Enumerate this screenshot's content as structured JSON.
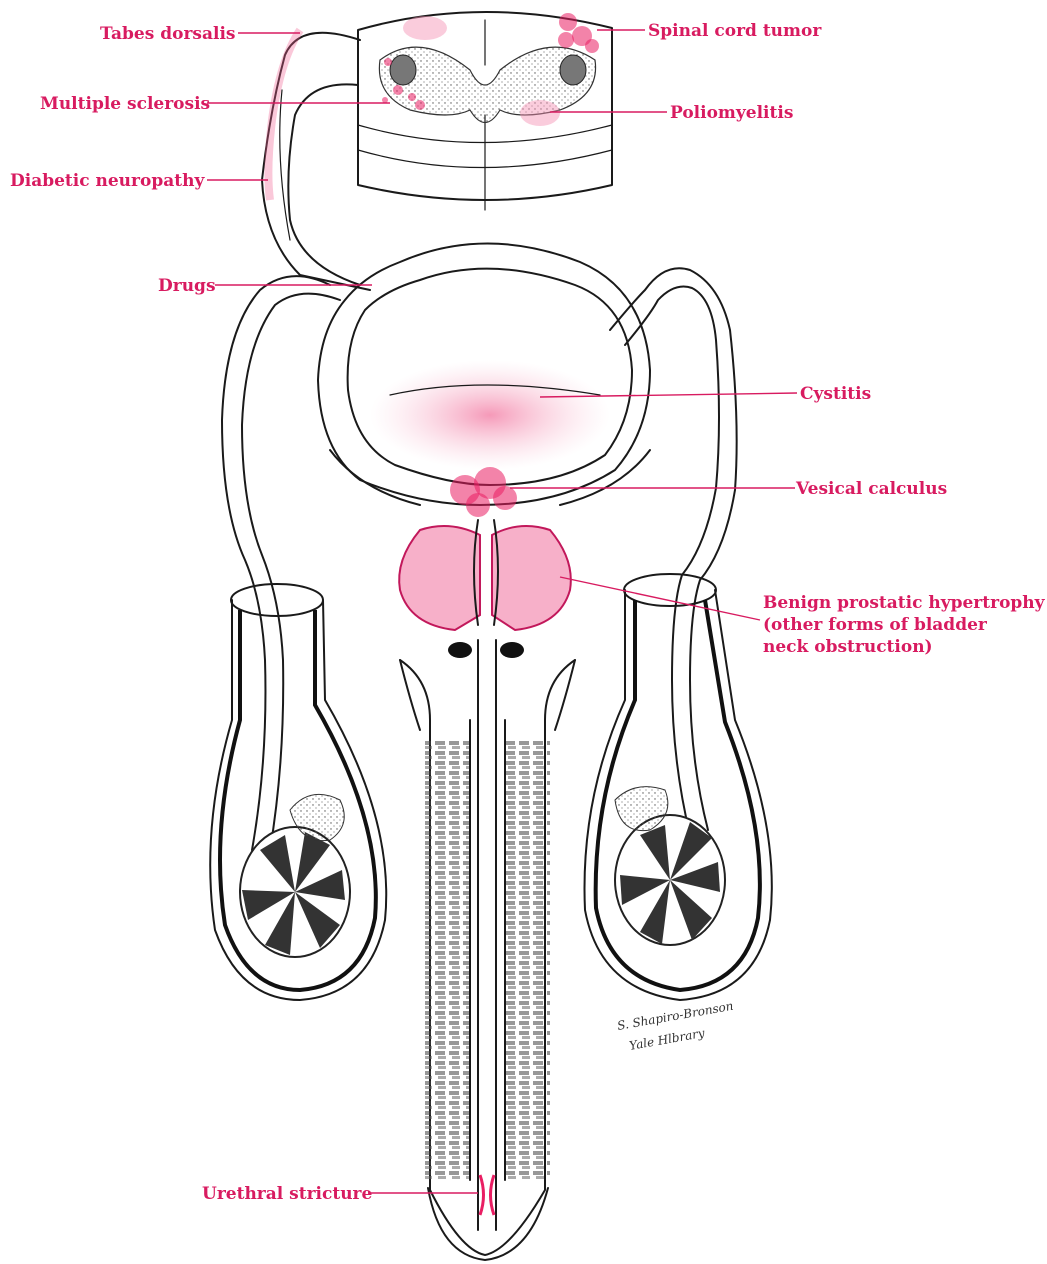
{
  "labels": {
    "tabes_dorsalis": "Tabes dorsalis",
    "spinal_cord_tumor": "Spinal cord tumor",
    "multiple_sclerosis": "Multiple sclerosis",
    "poliomyelitis": "Poliomyelitis",
    "diabetic_neuropathy": "Diabetic neuropathy",
    "drugs": "Drugs",
    "cystitis": "Cystitis",
    "vesical_calculus": "Vesical calculus",
    "bph_line1": "Benign prostatic hypertrophy",
    "bph_line2": "(other forms of bladder",
    "bph_line3": "neck obstruction)",
    "urethral_stricture": "Urethral stricture"
  },
  "signature": {
    "line1": "S. Shapiro-Bronson",
    "line2": "Yale Hlbrary"
  },
  "colors": {
    "label": "#d81b60",
    "ink": "#1a1a1a",
    "highlight": "#e91e63"
  }
}
